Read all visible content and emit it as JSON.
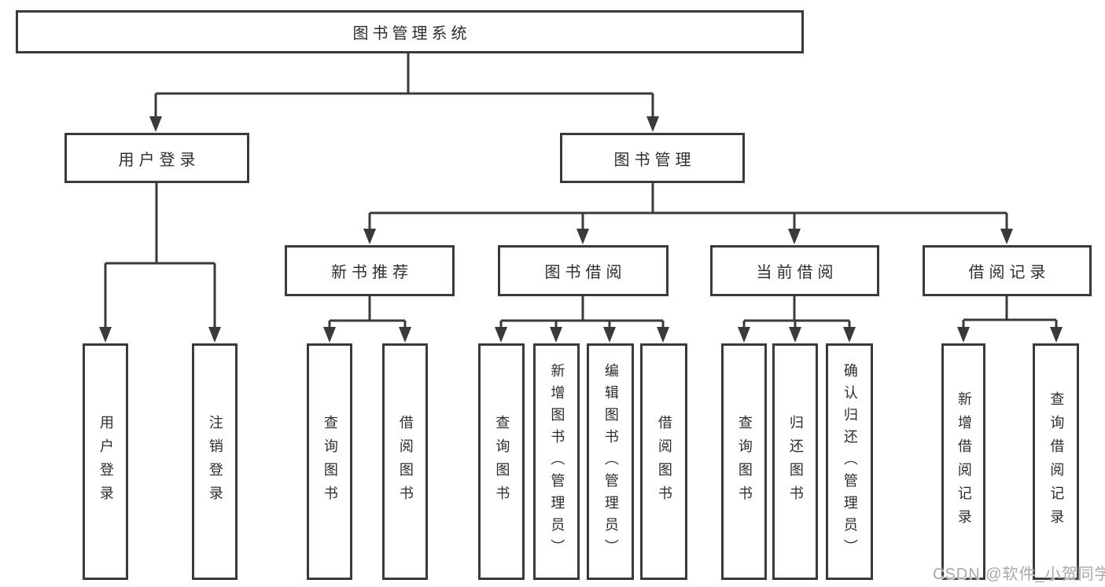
{
  "diagram": {
    "title": "图书管理系统",
    "root": {
      "label": "图书管理系统"
    },
    "branches": [
      {
        "label": "用户登录",
        "children": [
          {
            "label": "用户登录"
          },
          {
            "label": "注销登录"
          }
        ]
      },
      {
        "label": "图书管理",
        "children": [
          {
            "label": "新书推荐",
            "children": [
              {
                "label": "查询图书"
              },
              {
                "label": "借阅图书"
              }
            ]
          },
          {
            "label": "图书借阅",
            "children": [
              {
                "label": "查询图书"
              },
              {
                "label": "新增图书（管理员）"
              },
              {
                "label": "编辑图书（管理员）"
              },
              {
                "label": "借阅图书"
              }
            ]
          },
          {
            "label": "当前借阅",
            "children": [
              {
                "label": "查询图书"
              },
              {
                "label": "归还图书"
              },
              {
                "label": "确认归还（管理员）"
              }
            ]
          },
          {
            "label": "借阅记录",
            "children": [
              {
                "label": "新增借阅记录"
              },
              {
                "label": "查询借阅记录"
              }
            ]
          }
        ]
      }
    ]
  },
  "watermark": {
    "text": "CSDN @软件_小贺同学"
  },
  "colors": {
    "line": "#3a3a3a",
    "text": "#2d2d2d",
    "background": "#ffffff",
    "watermark": "#a8a8a8"
  }
}
